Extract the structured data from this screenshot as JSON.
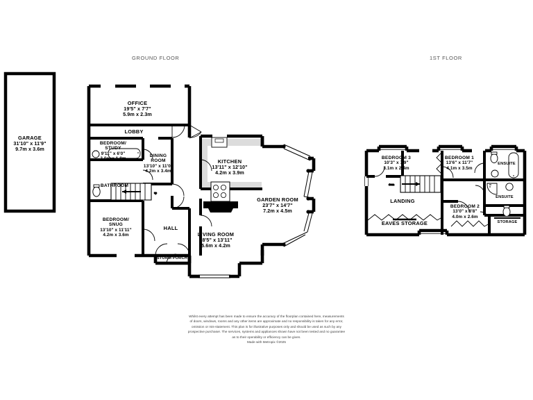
{
  "document": {
    "type": "floorplan",
    "title_ground": "GROUND FLOOR",
    "title_first": "1ST FLOOR"
  },
  "ground_floor": {
    "label": "GROUND FLOOR",
    "rooms": [
      {
        "name": "GARAGE",
        "imperial": "31'10\"  x 11'9\"",
        "metric": "9.7m  x 3.6m"
      },
      {
        "name": "OFFICE",
        "imperial": "19'5\"  x 7'7\"",
        "metric": "5.9m  x 2.3m"
      },
      {
        "name": "LOBBY",
        "imperial": "",
        "metric": ""
      },
      {
        "name": "BEDROOM/",
        "name2": "STUDY",
        "imperial": "9'11\"  x 6'0\"",
        "metric": "3.0m  x 1.8m"
      },
      {
        "name": "BATHROOM",
        "imperial": "",
        "metric": ""
      },
      {
        "name": "DINING",
        "name2": "ROOM",
        "imperial": "13'10\"  x 11'0\"",
        "metric": "4.2m  x 3.4m"
      },
      {
        "name": "KITCHEN",
        "imperial": "13'11\"  x 12'10\"",
        "metric": "4.2m  x 3.9m"
      },
      {
        "name": "GARDEN ROOM",
        "imperial": "23'7\"  x 14'7\"",
        "metric": "7.2m  x 4.5m"
      },
      {
        "name": "BEDROOM/",
        "name2": "SNUG",
        "imperial": "13'10\"  x 11'11\"",
        "metric": "4.2m  x 3.6m"
      },
      {
        "name": "HALL",
        "imperial": "",
        "metric": ""
      },
      {
        "name": "STORM PORCH",
        "imperial": "",
        "metric": ""
      },
      {
        "name": "LIVING ROOM",
        "imperial": "18'5\"  x 13'11\"",
        "metric": "5.6m  x 4.2m"
      }
    ]
  },
  "first_floor": {
    "label": "1ST FLOOR",
    "rooms": [
      {
        "name": "BEDROOM 3",
        "imperial": "10'3\"  x 7'9\"",
        "metric": "3.1m  x 2.4m"
      },
      {
        "name": "BEDROOM 1",
        "imperial": "13'6\"  x 11'7\"",
        "metric": "4.1m  x 3.5m"
      },
      {
        "name": "ENSUITE",
        "imperial": "",
        "metric": ""
      },
      {
        "name": "ENSUITE",
        "imperial": "",
        "metric": ""
      },
      {
        "name": "LANDING",
        "imperial": "",
        "metric": ""
      },
      {
        "name": "BEDROOM 2",
        "imperial": "13'0\"  x 8'8\"",
        "metric": "4.0m  x 2.6m"
      },
      {
        "name": "EAVES STORAGE",
        "imperial": "",
        "metric": ""
      },
      {
        "name": "STORAGE",
        "imperial": "",
        "metric": ""
      }
    ]
  },
  "disclaimer": {
    "line1": "Whilst every attempt has been made to ensure the accuracy of the floorplan contained here, measurements",
    "line2": "of doors, windows, rooms and any other items are approximate and no responsibility is taken for any error,",
    "line3": "omission or mis-statement. This plan is for illustrative purposes only and should be used as such by any",
    "line4": "prospective purchaser. The services, systems and appliances shown have not been tested and no guarantee",
    "line5": "as to their operability or efficiency can be given.",
    "line6": "Made with Metropix ©2025"
  },
  "colors": {
    "wall": "#000000",
    "fill": "#ffffff",
    "worktop": "#d9d9d9",
    "label_gray": "#555555",
    "text": "#000000"
  }
}
